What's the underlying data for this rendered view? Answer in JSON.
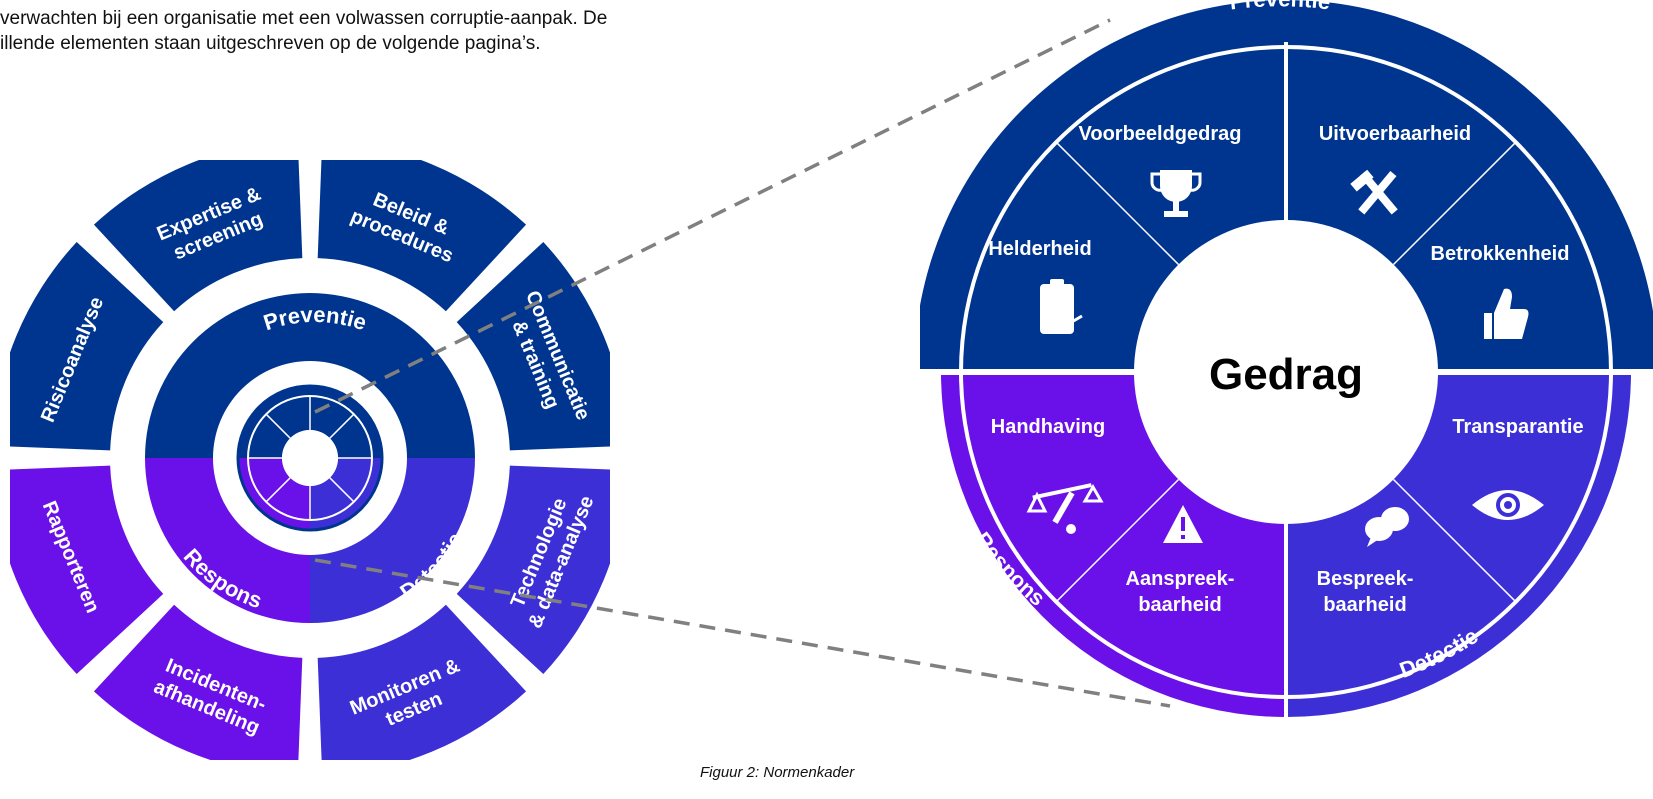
{
  "intro": {
    "line1": "verwachten bij een organisatie met een volwassen corruptie-aanpak. De",
    "line2": "illende elementen staan uitgeschreven op de volgende pagina’s."
  },
  "caption": "Figuur 2: Normenkader",
  "colors": {
    "preventie": "#00358F",
    "detectie": "#3C2FD6",
    "respons": "#6A10E8",
    "connector": "#808080"
  },
  "left_diagram": {
    "inner_rings": {
      "preventie": "Preventie",
      "detectie": "Detectie",
      "respons": "Respons"
    },
    "outer_segments": [
      {
        "id": "expertise",
        "line1": "Expertise &",
        "line2": "screening",
        "group": "preventie"
      },
      {
        "id": "beleid",
        "line1": "Beleid &",
        "line2": "procedures",
        "group": "preventie"
      },
      {
        "id": "communicatie",
        "line1": "Communicatie",
        "line2": "& training",
        "group": "preventie"
      },
      {
        "id": "technologie",
        "line1": "Technologie",
        "line2": "& data-analyse",
        "group": "detectie"
      },
      {
        "id": "monitoren",
        "line1": "Monitoren &",
        "line2": "testen",
        "group": "detectie"
      },
      {
        "id": "incidenten",
        "line1": "Incidenten-",
        "line2": "afhandeling",
        "group": "respons"
      },
      {
        "id": "rapporteren",
        "line1": "Rapporteren",
        "line2": "",
        "group": "respons"
      },
      {
        "id": "risicoanalyse",
        "line1": "Risicoanalyse",
        "line2": "",
        "group": "preventie"
      }
    ]
  },
  "right_diagram": {
    "center": "Gedrag",
    "ring_labels": {
      "preventie": "Preventie",
      "detectie": "Detectie",
      "respons": "Respons"
    },
    "segments": [
      {
        "id": "helderheid",
        "line1": "Helderheid",
        "line2": "",
        "icon": "clipboard-icon"
      },
      {
        "id": "voorbeeldgedrag",
        "line1": "Voorbeeldgedrag",
        "line2": "",
        "icon": "trophy-icon"
      },
      {
        "id": "uitvoerbaarheid",
        "line1": "Uitvoerbaarheid",
        "line2": "",
        "icon": "tools-icon"
      },
      {
        "id": "betrokkenheid",
        "line1": "Betrokkenheid",
        "line2": "",
        "icon": "thumbs-up-icon"
      },
      {
        "id": "transparantie",
        "line1": "Transparantie",
        "line2": "",
        "icon": "eye-icon"
      },
      {
        "id": "bespreekbaarheid",
        "line1": "Bespreek-",
        "line2": "baarheid",
        "icon": "chat-icon"
      },
      {
        "id": "aanspreekbaarheid",
        "line1": "Aanspreek-",
        "line2": "baarheid",
        "icon": "warning-icon"
      },
      {
        "id": "handhaving",
        "line1": "Handhaving",
        "line2": "",
        "icon": "scales-icon"
      }
    ]
  }
}
